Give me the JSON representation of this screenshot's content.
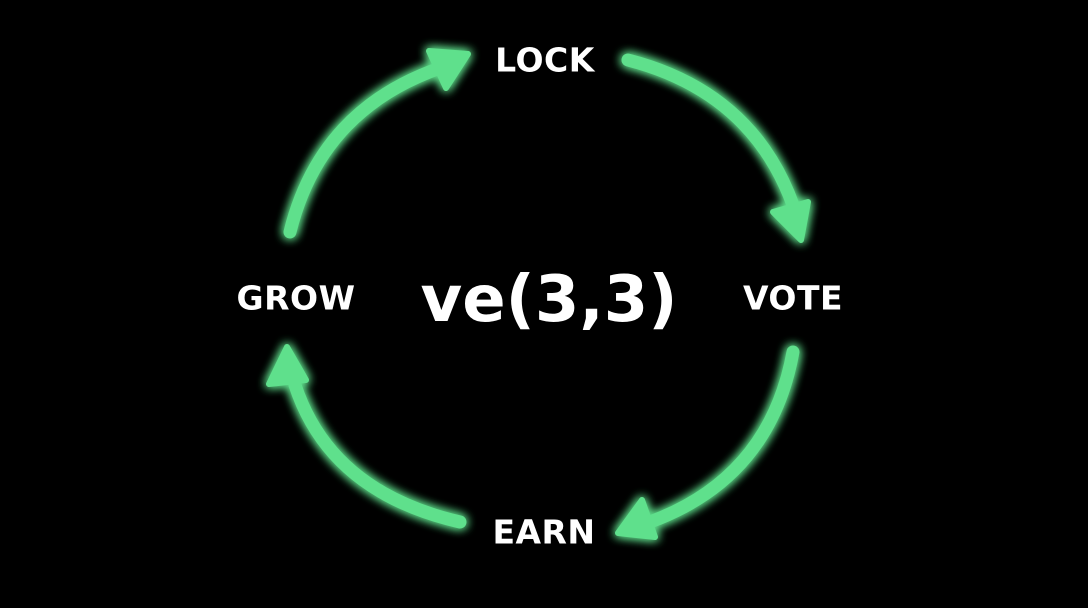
{
  "diagram": {
    "center_text": "ve(3,3)",
    "stages": [
      {
        "label": "LOCK"
      },
      {
        "label": "VOTE"
      },
      {
        "label": "EARN"
      },
      {
        "label": "GROW"
      }
    ],
    "colors": {
      "background": "#000000",
      "arrow": "#5fe08c",
      "arrow_glow": "#2ecc6a",
      "text": "#ffffff"
    },
    "arrow_icon": "curved-arrow"
  }
}
